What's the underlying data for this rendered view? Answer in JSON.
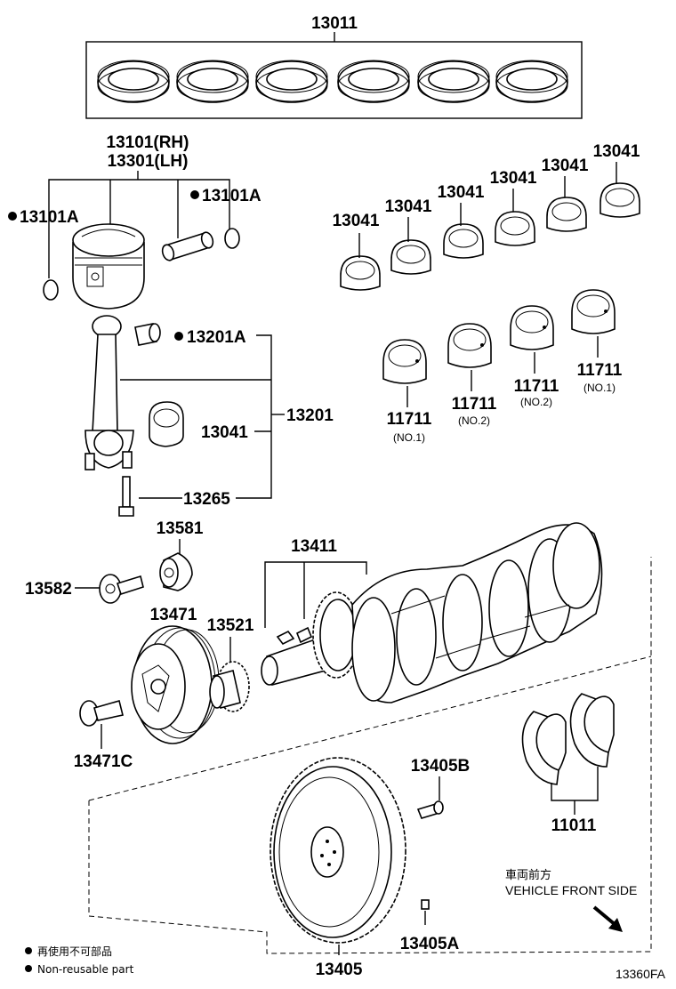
{
  "callouts": {
    "ring_set": "13011",
    "piston_rh": "13101(RH)",
    "piston_lh": "13301(LH)",
    "snap_ring_left": "13101A",
    "snap_ring_right": "13101A",
    "rod_bushing": "13201A",
    "rod_assy": "13201",
    "rod_bearing": "13041",
    "rod_bolt": "13265",
    "rod_bearing_top_1": "13041",
    "rod_bearing_top_2": "13041",
    "rod_bearing_top_3": "13041",
    "rod_bearing_top_4": "13041",
    "rod_bearing_top_5": "13041",
    "rod_bearing_top_6": "13041",
    "main_bearing_1": "11711",
    "main_bearing_1_note": "(NO.1)",
    "main_bearing_2": "11711",
    "main_bearing_2_note": "(NO.2)",
    "main_bearing_3": "11711",
    "main_bearing_3_note": "(NO.2)",
    "main_bearing_4": "11711",
    "main_bearing_4_note": "(NO.1)",
    "washer_13581": "13581",
    "bolt_13582": "13582",
    "key_13411": "13411",
    "pulley": "13471",
    "timing_gear": "13521",
    "pulley_bolt": "13471C",
    "thrust_washer": "11011",
    "flywheel_bolt": "13405B",
    "flywheel": "13405",
    "flywheel_knock_pin": "13405A"
  },
  "direction": {
    "jp": "車両前方",
    "en": "VEHICLE FRONT SIDE"
  },
  "legend": {
    "jp": "再使用不可部品",
    "en": "Non-reusable part"
  },
  "figure_code": "13360FA"
}
